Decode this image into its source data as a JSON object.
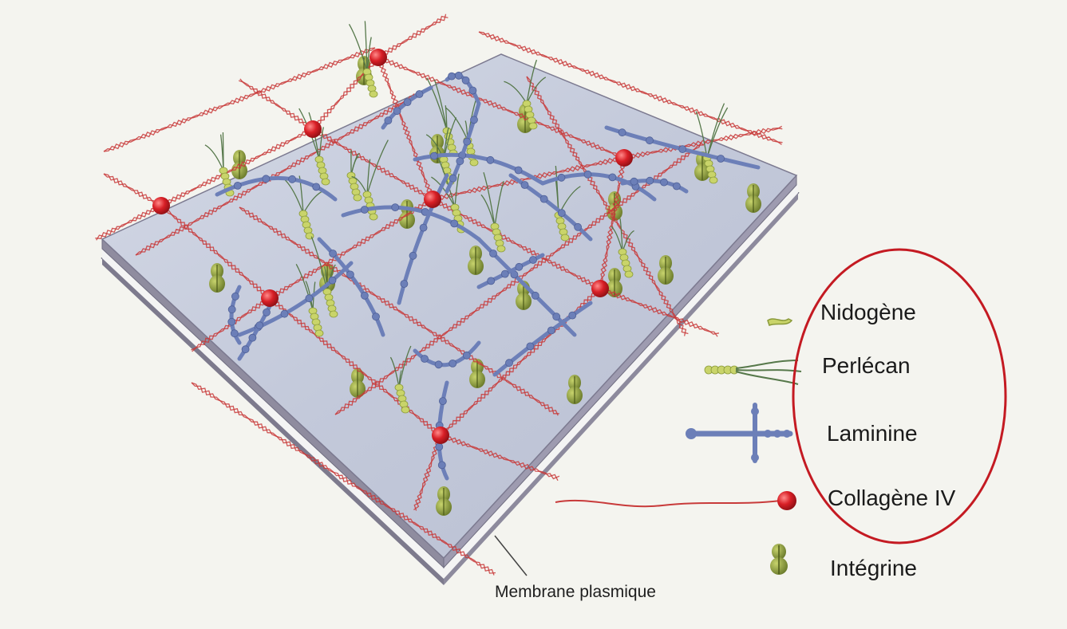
{
  "legend": {
    "items": [
      {
        "key": "nidogene",
        "label": "Nidogène"
      },
      {
        "key": "perlecan",
        "label": "Perlécan"
      },
      {
        "key": "laminine",
        "label": "Laminine"
      },
      {
        "key": "collagene",
        "label": "Collagène IV"
      },
      {
        "key": "integrine",
        "label": "Intégrine"
      }
    ]
  },
  "caption": "Membrane plasmique",
  "colors": {
    "collagen": "#c83a3a",
    "collagen_node": "#d81f26",
    "laminin": "#6c7fb8",
    "perlecan_core": "#c9d46a",
    "perlecan_chain": "#56784a",
    "integrin": "#8fa23a",
    "membrane_top": "#c6ccdc",
    "membrane_edge": "#8a8899",
    "highlight_ellipse": "#c41a22"
  }
}
